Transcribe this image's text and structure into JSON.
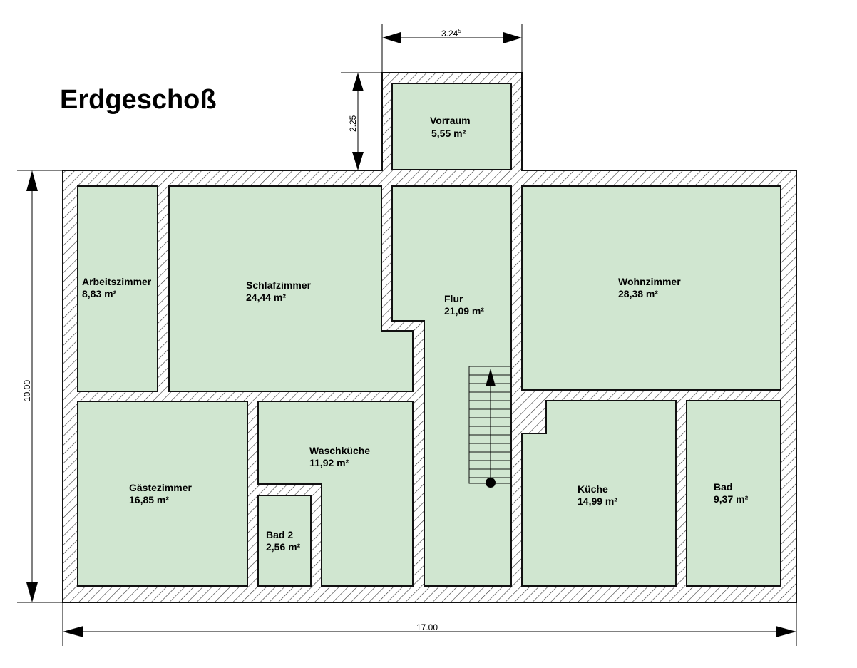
{
  "title": "Erdgeschoß",
  "dimensions": {
    "vorraum_width": "3.24",
    "vorraum_width_sup": "5",
    "vorraum_depth": "2.25",
    "building_depth": "10.00",
    "building_width": "17.00"
  },
  "rooms": [
    {
      "name": "Vorraum",
      "area": "5,55 m²"
    },
    {
      "name": "Arbeitszimmer",
      "area": "8,83 m²"
    },
    {
      "name": "Schlafzimmer",
      "area": "24,44 m²"
    },
    {
      "name": "Flur",
      "area": "21,09 m²"
    },
    {
      "name": "Wohnzimmer",
      "area": "28,38 m²"
    },
    {
      "name": "Gästezimmer",
      "area": "16,85 m²"
    },
    {
      "name": "Waschküche",
      "area": "11,92 m²"
    },
    {
      "name": "Bad 2",
      "area": "2,56 m²"
    },
    {
      "name": "Küche",
      "area": "14,99 m²"
    },
    {
      "name": "Bad",
      "area": "9,37 m²"
    }
  ],
  "colors": {
    "room_fill": "#d0e6d0",
    "wall_stroke": "#111111"
  }
}
